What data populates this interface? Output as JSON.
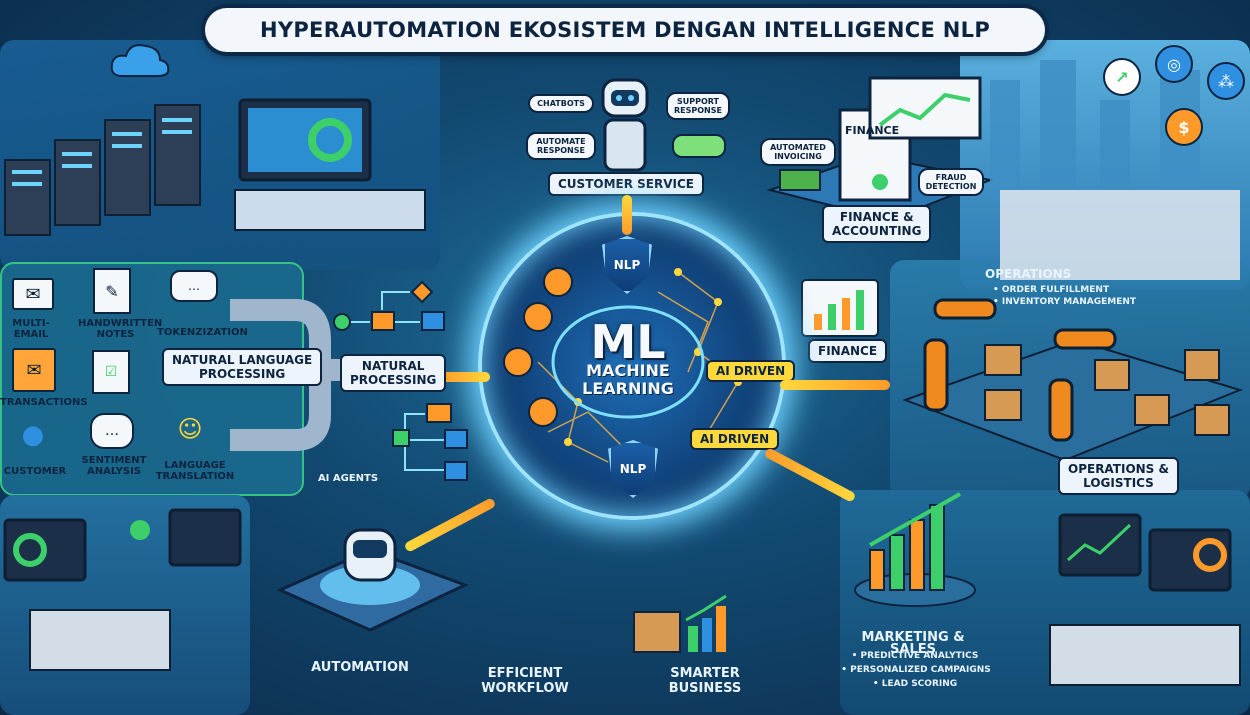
{
  "title": "HYPERAUTOMATION EKOSISTEM DENGAN INTELLIGENCE NLP",
  "center": {
    "big": "ML",
    "line1": "MACHINE",
    "line2": "LEARNING",
    "shield_top": "NLP",
    "shield_bottom": "NLP",
    "badge_1": "AI DRIVEN",
    "badge_2": "AI DRIVEN"
  },
  "customer_service": {
    "title": "CUSTOMER SERVICE",
    "bubbles": [
      "CHATBOTS",
      "SUPPORT RESPONSE",
      "AUTOMATE RESPONSE"
    ]
  },
  "finance_top": {
    "title_line1": "FINANCE &",
    "title_line2": "ACCOUNTING",
    "bubbles": [
      "AUTOMATED INVOICING",
      "FRAUD DETECTION"
    ],
    "doc_title": "FINANCE"
  },
  "finance_mid": {
    "label": "FINANCE"
  },
  "operations": {
    "title": "OPERATIONS",
    "items": [
      "ORDER FULFILLMENT",
      "INVENTORY MANAGEMENT"
    ],
    "logistics_line1": "OPERATIONS &",
    "logistics_line2": "LOGISTICS"
  },
  "nlp_left": {
    "inputs": [
      "MULTI-EMAIL",
      "TRANSACTIONS",
      "CUSTOMER"
    ],
    "handwritten": "HANDWRITTEN NOTES",
    "tokenization": "TOKENZIZATION",
    "sentiment": "SENTIMENT ANALYSIS",
    "translation": "LANGUAGE TRANSLATION",
    "nlp_label_1": "NATURAL LANGUAGE",
    "nlp_label_2": "PROCESSING",
    "natural_processing_1": "NATURAL",
    "natural_processing_2": "PROCESSING",
    "ai_agents": "AI AGENTS"
  },
  "bottom": {
    "automation": "AUTOMATION",
    "efficient_1": "EFFICIENT",
    "efficient_2": "WORKFLOW",
    "smarter_1": "SMARTER",
    "smarter_2": "BUSINESS"
  },
  "marketing": {
    "title": "MARKETING & SALES",
    "items": [
      "PREDICTIVE ANALYTICS",
      "PERSONALIZED CAMPAIGNS",
      "LEAD SCORING"
    ]
  },
  "colors": {
    "orange": "#ff9a2a",
    "green": "#3ccf6a",
    "blue": "#2f8fe0",
    "glow": "#6fd3ff",
    "yellow": "#ffd93c"
  }
}
